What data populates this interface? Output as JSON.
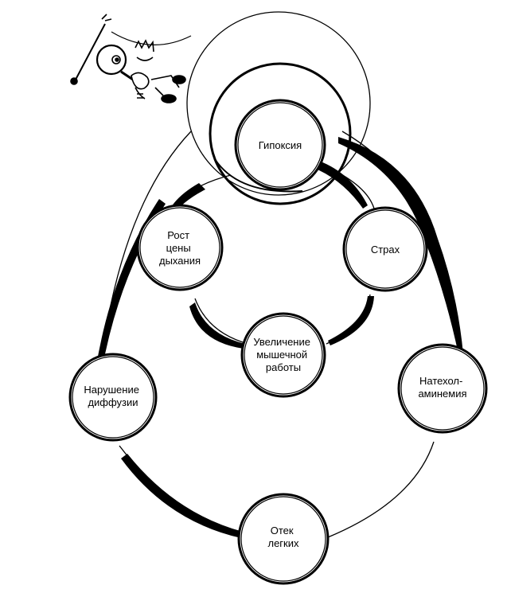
{
  "nodes": {
    "hypoxia": [
      "Гипоксия"
    ],
    "breathing_cost": [
      "Рост",
      "цены",
      "дыхания"
    ],
    "fear": [
      "Страх"
    ],
    "muscle_work": [
      "Увеличение",
      "мышечной",
      "работы"
    ],
    "diffusion": [
      "Нарушение",
      "диффузии"
    ],
    "catecholamines": [
      "Натехол-",
      "аминемия"
    ],
    "lung_edema": [
      "Отек",
      "легких"
    ]
  },
  "illustration": {
    "icon": "cartoon-figure-with-magnifying-glass"
  }
}
